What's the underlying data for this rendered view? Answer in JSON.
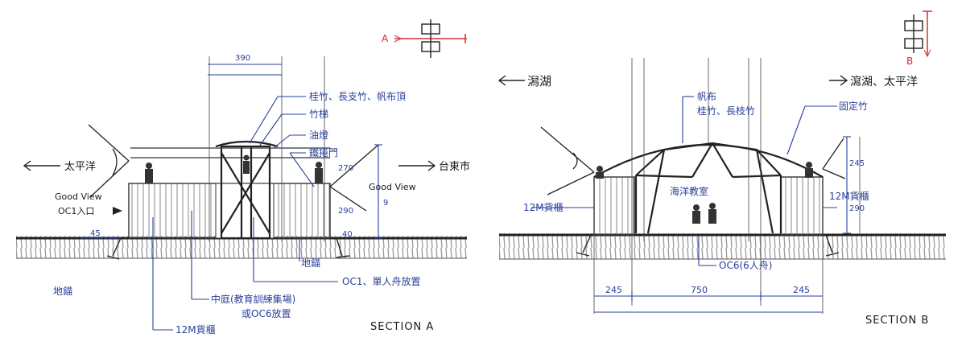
{
  "colors": {
    "ink": "#1a1a1a",
    "annotation_blue": "#2a3f9c",
    "section_marker_red": "#d23030",
    "ground_grey": "#8c8c8c"
  },
  "section_a": {
    "title": "SECTION A",
    "marker_letter": "A",
    "left_direction": "太平洋",
    "right_direction": "台東市",
    "good_view_left": "Good View",
    "good_view_right": "Good View",
    "entrance_label": "OC1入口",
    "top_dimension": "390",
    "dim_width_label": "45",
    "dim_height_1": "270",
    "dim_height_2": "290",
    "dim_height_3": "9",
    "dim_offset": "40",
    "labels": {
      "roof": "桂竹、長支竹、帆布頂",
      "bamboo_ladder": "竹梯",
      "light": "油燈",
      "iron_door": "鐵捲門",
      "ground_anchor_right": "地錨",
      "ground_anchor_left": "地錨",
      "oc1_note": "OC1、單人舟放置",
      "courtyard": "中庭(教育訓練集場)",
      "courtyard_sub": "或OC6放置",
      "container": "12M貨櫃"
    }
  },
  "section_b": {
    "title": "SECTION B",
    "marker_letter": "B",
    "left_direction": "潟湖",
    "right_direction": "瀉湖、太平洋",
    "dim_left": "245",
    "dim_center": "750",
    "dim_right": "245",
    "dim_height_1": "245",
    "dim_height_2": "290",
    "labels": {
      "canvas": "帆布",
      "bamboo": "桂竹、長枝竹",
      "fixed_bamboo": "固定竹",
      "classroom": "海洋教室",
      "container_left": "12M貨櫃",
      "container_right": "12M貨櫃",
      "oc6": "OC6(6人舟)"
    }
  }
}
